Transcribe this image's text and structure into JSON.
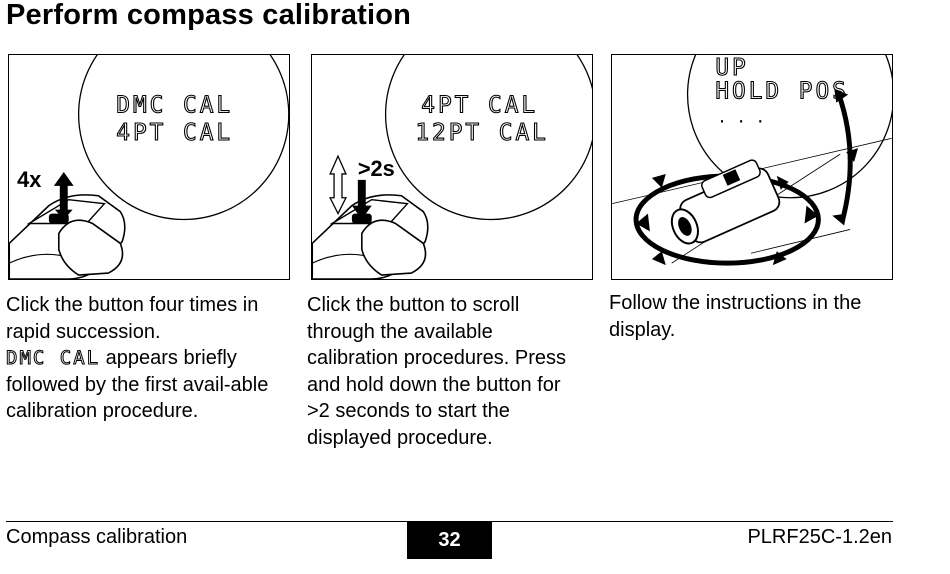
{
  "page": {
    "title": "Perform compass calibration"
  },
  "steps": [
    {
      "display_lines": [
        "DMC CAL",
        "4PT CAL"
      ],
      "press_label": "4x",
      "text": {
        "line1": "Click the button four times in rapid succession.",
        "lcd_word": "DMC CAL",
        "line2": " appears briefly followed by the first avail-able calibration procedure."
      }
    },
    {
      "display_lines": [
        "4PT CAL",
        "12PT CAL"
      ],
      "press_label": ">2s",
      "text": {
        "line1": "Click the button to scroll through the available calibration procedures. Press and hold down the button for >2 seconds to start the displayed procedure."
      }
    },
    {
      "display_lines": [
        "UP",
        "HOLD POS",
        ". . ."
      ],
      "text": {
        "line1": "Follow the instructions in the display."
      }
    }
  ],
  "footer": {
    "section": "Compass calibration",
    "page_number": "32",
    "doc_id": "PLRF25C-1.2en"
  }
}
